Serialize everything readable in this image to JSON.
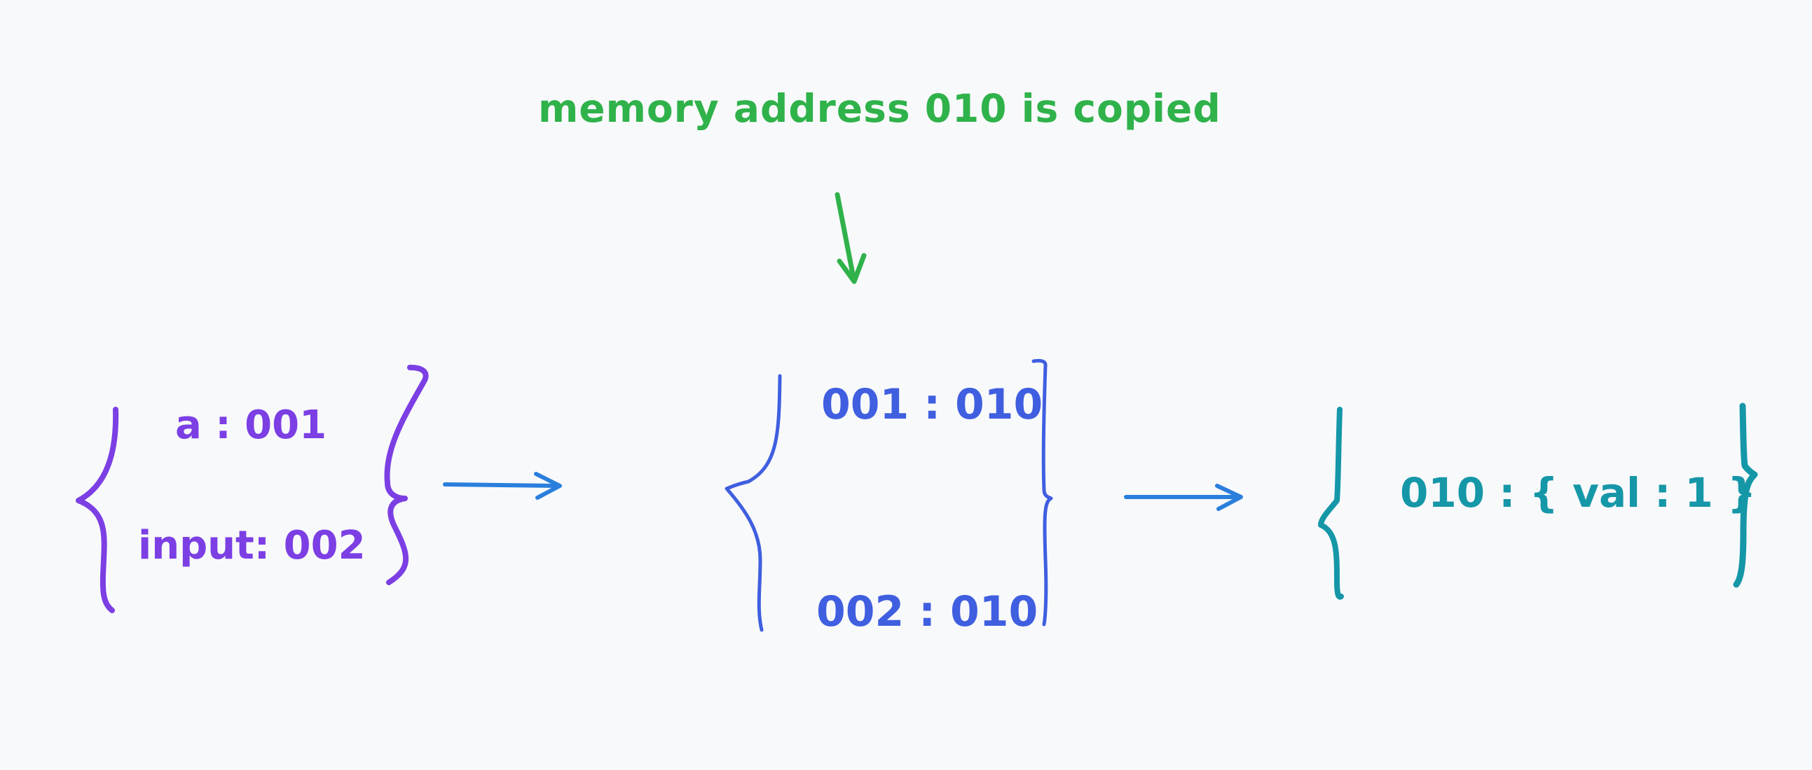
{
  "annotation": {
    "text": "memory address 010 is copied",
    "color": "#2fb24a"
  },
  "variables": {
    "color": "#7b3fe4",
    "entries": [
      "a : 001",
      "input: 002"
    ]
  },
  "pointers": {
    "color": "#3f5fe0",
    "entries": [
      "001 : 010",
      "002 : 010"
    ]
  },
  "heap": {
    "color": "#1597a8",
    "entries": [
      "010 : { val : 1 }"
    ]
  },
  "arrow_color": "#2a7fdc"
}
